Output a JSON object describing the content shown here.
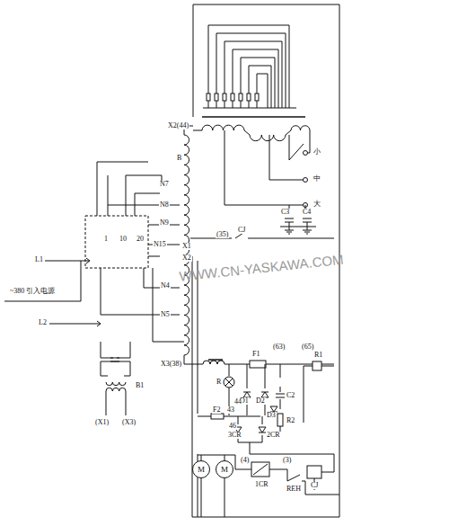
{
  "diagram": {
    "nodes": [
      {
        "text": [
          "M"
        ]
      },
      {
        "text": [
          "M"
        ]
      }
    ],
    "edges": [
      {
        "from": 0,
        "to": 1,
        "arrow": "none"
      }
    ],
    "labels": [
      "X2(44)",
      "B",
      "N7",
      "N8",
      "N9",
      "1",
      "10",
      "20",
      "N15",
      "N4",
      "N5",
      "L1",
      "~380 引入电源",
      "L2",
      "B1",
      "(X1)",
      "(X3)",
      "小",
      "中",
      "大",
      "C3",
      "C4",
      "(35)",
      "CJ",
      "X1",
      "X2",
      "X3(38)",
      "F1",
      "(63)",
      "(65)",
      "R1",
      "R",
      "D1",
      "D2",
      "D3",
      "C2",
      "R2",
      "F2",
      "43",
      "44",
      "46",
      "3CR",
      "2CR",
      "(4)",
      "(3)",
      "1CR",
      "REH",
      "CJ",
      "WWW.CN-YASKAWA.COM"
    ]
  }
}
